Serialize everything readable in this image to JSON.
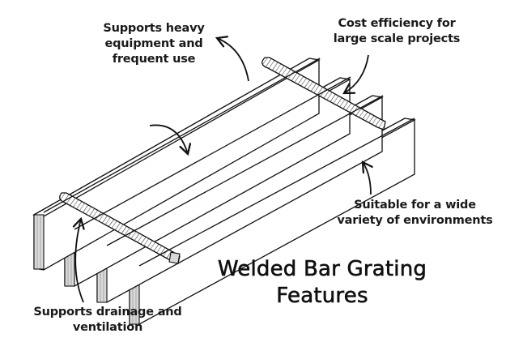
{
  "diagram": {
    "title": {
      "line1": "Welded Bar Grating",
      "line2": "Features"
    },
    "callouts": [
      {
        "id": "heavy-equipment",
        "lines": [
          "Supports heavy",
          "equipment and",
          "frequent use"
        ]
      },
      {
        "id": "cost-efficiency",
        "lines": [
          "Cost efficiency for",
          "large scale projects"
        ]
      },
      {
        "id": "environments",
        "lines": [
          "Suitable for a wide",
          "variety of environments"
        ]
      },
      {
        "id": "drainage",
        "lines": [
          "Supports drainage and",
          "ventilation"
        ]
      }
    ],
    "components": {
      "bearing_bars": 4,
      "cross_rods": 2,
      "cross_rod_style": "twisted"
    },
    "colors": {
      "ink": "#111111",
      "background": "#ffffff",
      "bar_face": "#ffffff",
      "bar_edge": "#d9d9d9"
    }
  }
}
